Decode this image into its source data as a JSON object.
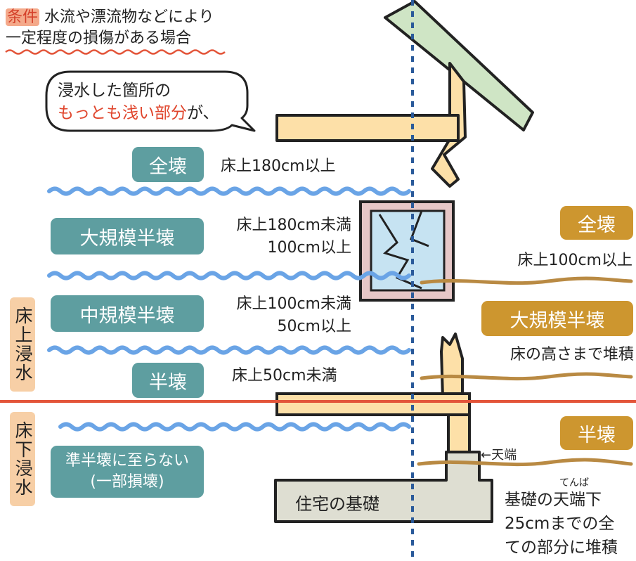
{
  "condition": {
    "tag": "条件",
    "line1": "水流や漂流物などにより",
    "line2": "一定程度の損傷がある場合"
  },
  "speech": {
    "line1": "浸水した箇所の",
    "line2_highlight": "もっとも浅い部分",
    "line2_rest": "が、"
  },
  "left_levels": [
    {
      "label": "全壊",
      "desc_lines": [
        "床上180cm以上"
      ]
    },
    {
      "label": "大規模半壊",
      "desc_lines": [
        "床上180cm未満",
        "100cm以上"
      ]
    },
    {
      "label": "中規模半壊",
      "desc_lines": [
        "床上100cm未満",
        "50cm以上"
      ]
    },
    {
      "label": "半壊",
      "desc_lines": [
        "床上50cm未満"
      ]
    },
    {
      "label_lines": [
        "準半壊に至らない",
        "(一部損壊)"
      ]
    }
  ],
  "vertical_labels": {
    "above_floor": "床上浸水",
    "below_floor": "床下浸水"
  },
  "right_levels": [
    {
      "label": "全壊",
      "desc": "床上100cm以上"
    },
    {
      "label": "大規模半壊",
      "desc": "床の高さまで堆積"
    },
    {
      "label": "半壊",
      "desc_lines": [
        "基礎の天端下",
        "25cmまでの全",
        "ての部分に堆積"
      ],
      "ruby": "てんば"
    }
  ],
  "labels": {
    "top_edge": "←天端",
    "foundation": "住宅の基礎"
  },
  "colors": {
    "teal": "#5e9ea0",
    "gold": "#cd962f",
    "wave_blue": "#6aa4e6",
    "sediment": "#b98a43",
    "floor_line": "#e3553a",
    "divider": "#2a5a9a",
    "wood": "#fde0a8",
    "roof": "#cfe5c5",
    "foundation": "#deded2",
    "window_frame": "#e6c7c7"
  }
}
